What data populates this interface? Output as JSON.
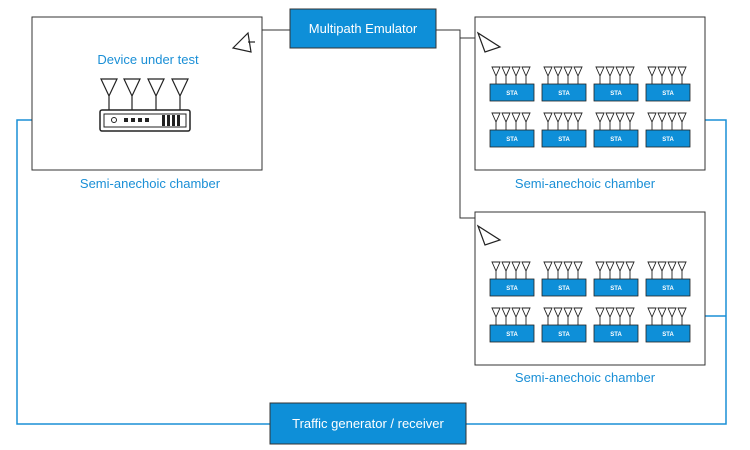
{
  "labels": {
    "multipath": "Multipath Emulator",
    "dut": "Device under test",
    "chamber_left": "Semi-anechoic chamber",
    "chamber_right_top": "Semi-anechoic chamber",
    "chamber_right_bottom": "Semi-anechoic chamber",
    "traffic": "Traffic generator / receiver",
    "sta": "STA"
  },
  "colors": {
    "blue": "#1a8fd6",
    "box_fill": "#0e8fd8",
    "dark": "#222222",
    "line": "#333333"
  },
  "sta_grid": {
    "rows": 2,
    "cols": 4
  }
}
